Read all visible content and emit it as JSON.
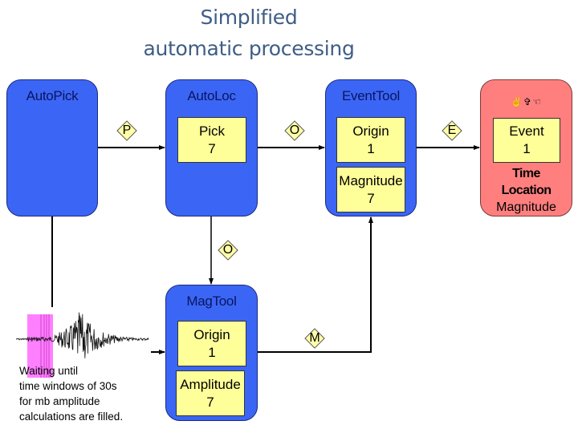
{
  "title": {
    "line1": "Simplified",
    "line2": "automatic processing"
  },
  "processes": {
    "autopick": {
      "label": "AutoPick"
    },
    "autoloc": {
      "label": "AutoLoc",
      "items": [
        {
          "name": "Pick",
          "count": "7"
        }
      ]
    },
    "eventtool": {
      "label": "EventTool",
      "items": [
        {
          "name": "Origin",
          "count": "1"
        },
        {
          "name": "Magnitude",
          "count": "7"
        }
      ]
    },
    "output": {
      "glyphs": "✌✞☜",
      "items": [
        {
          "name": "Event",
          "count": "1"
        }
      ],
      "attributes": [
        "Time",
        "Location",
        "Magnitude"
      ]
    },
    "magtool": {
      "label": "MagTool",
      "items": [
        {
          "name": "Origin",
          "count": "1"
        },
        {
          "name": "Amplitude",
          "count": "7"
        }
      ]
    }
  },
  "connectors": {
    "p": "P",
    "o_autoloc_eventtool": "O",
    "e": "E",
    "o_autoloc_magtool": "O",
    "m": "M"
  },
  "waveform_caption": [
    "Waiting until",
    "time windows of 30s",
    "for mb amplitude",
    "calculations are filled."
  ],
  "colors": {
    "process_fill": "#3b66f5",
    "output_fill": "#ff7f7f",
    "object_fill": "#ffff99",
    "time_window": "#ff80ff",
    "title": "#3f5d85"
  }
}
